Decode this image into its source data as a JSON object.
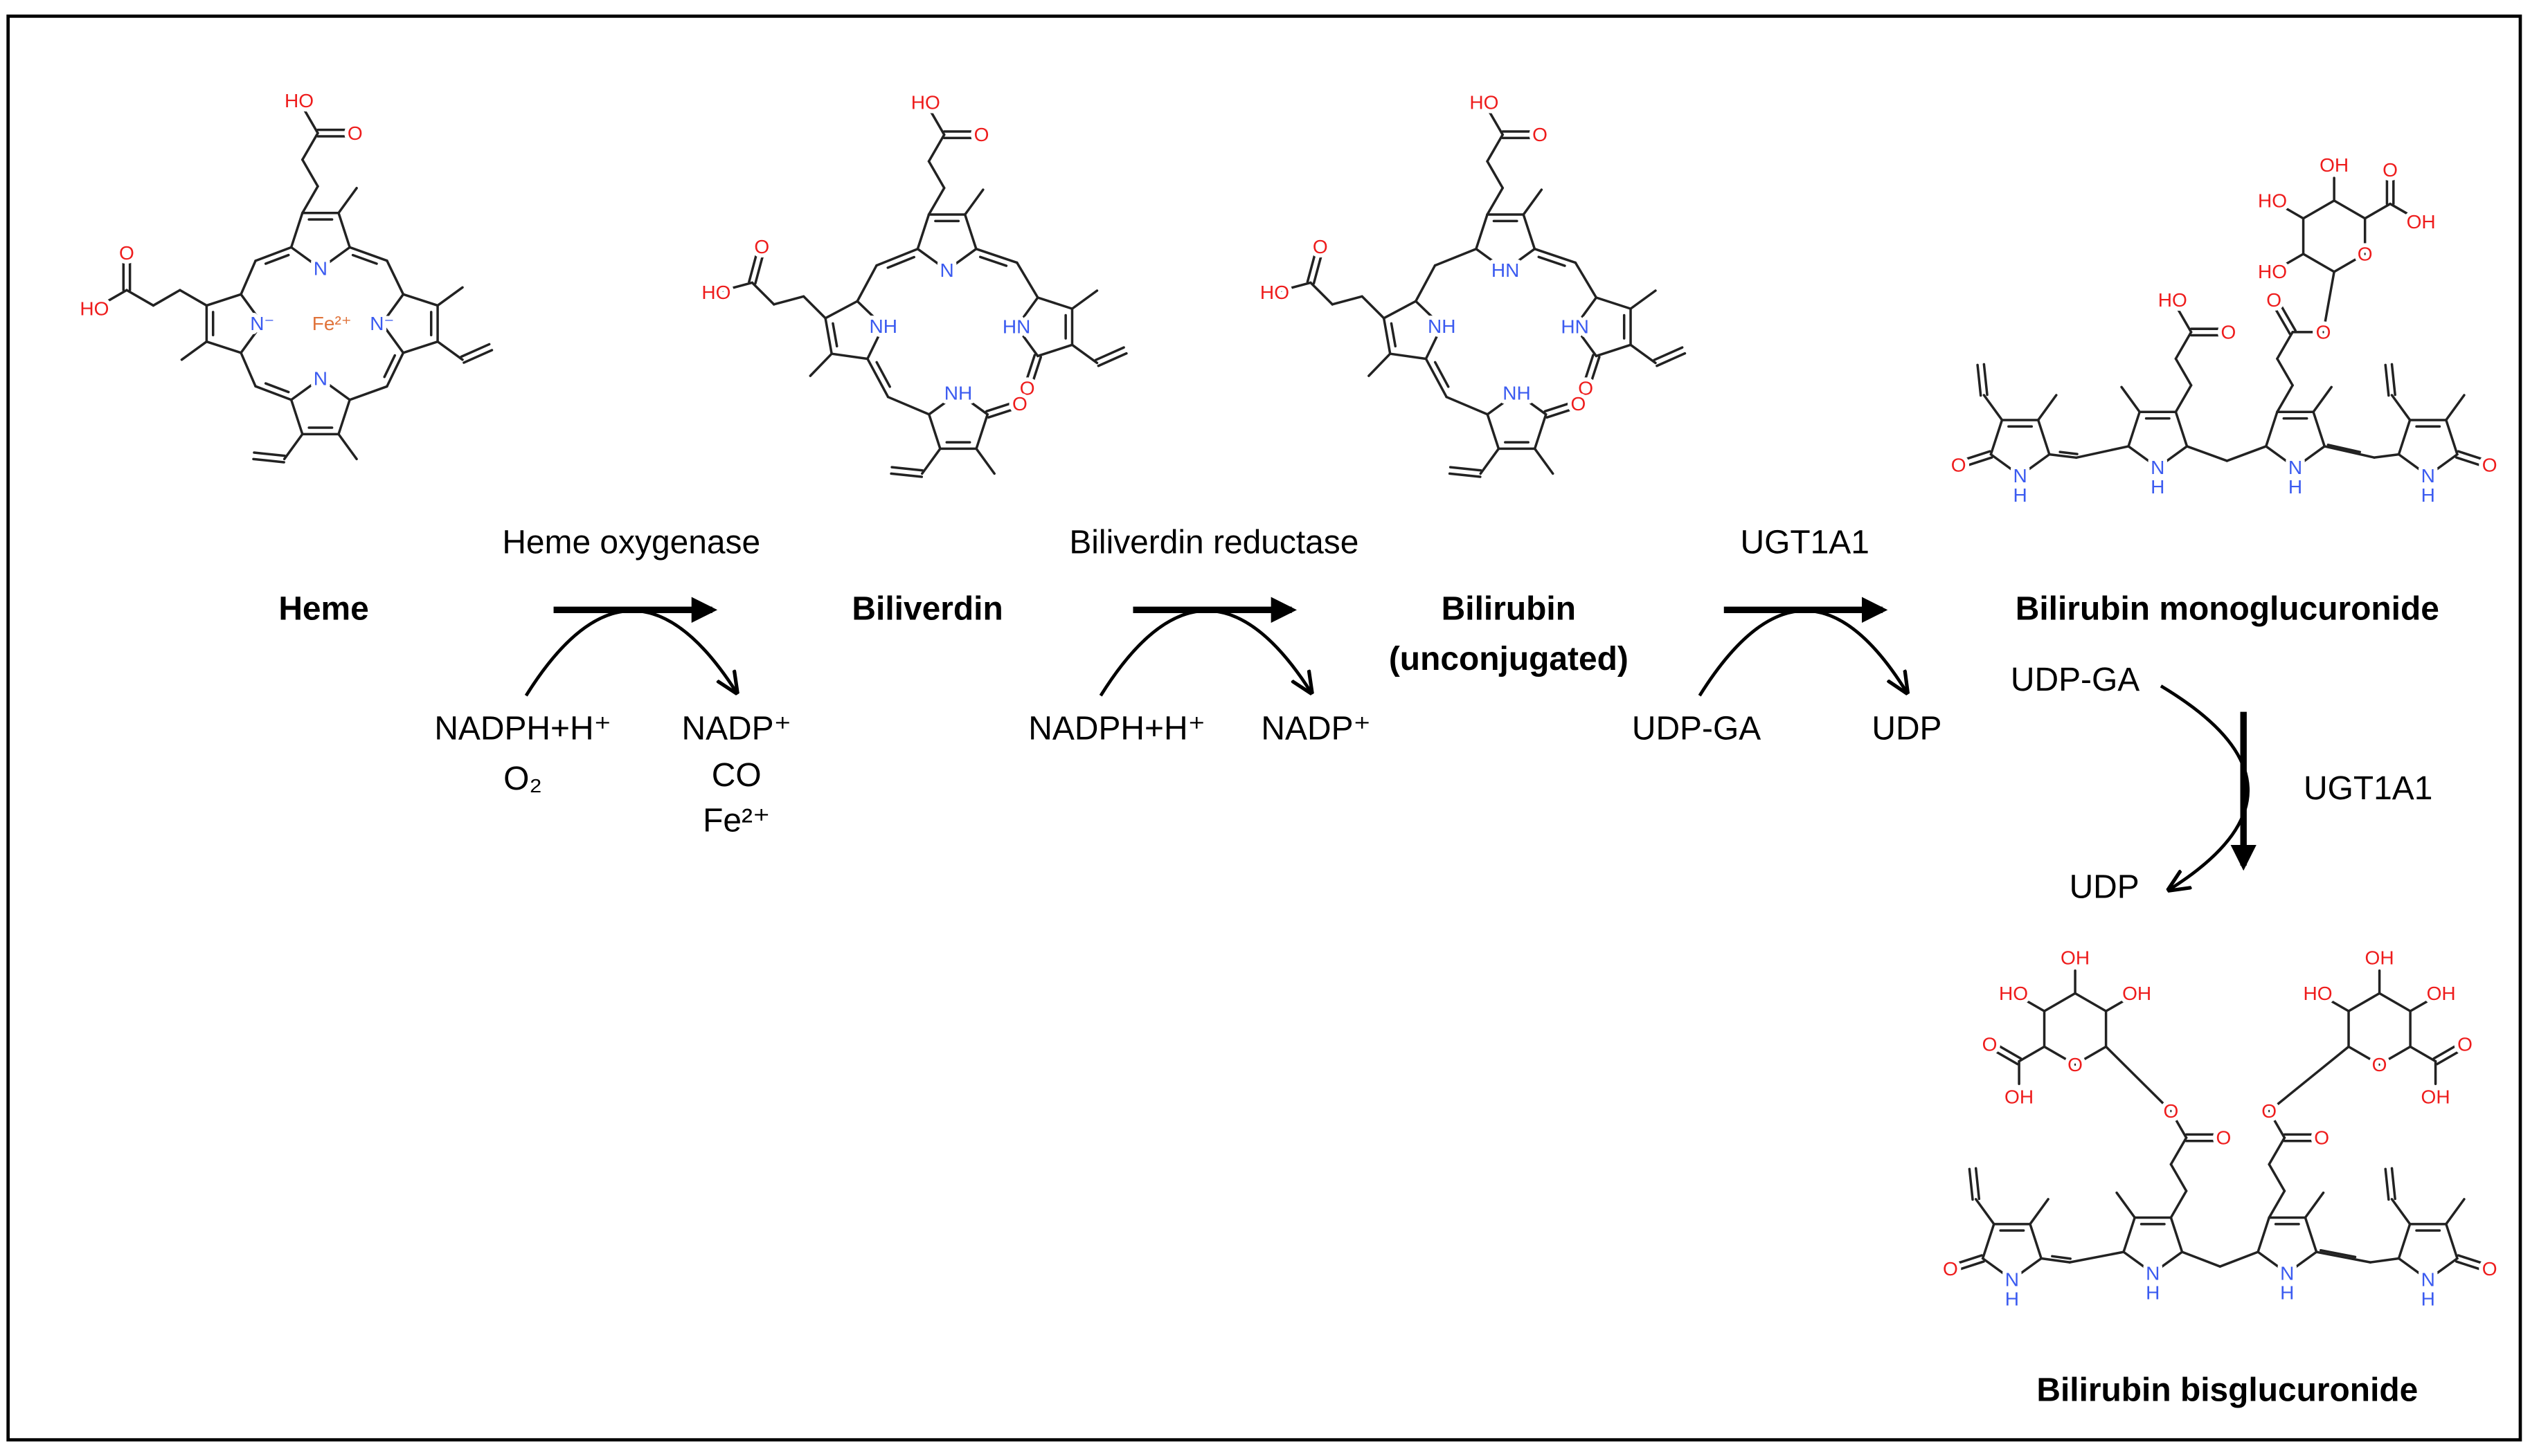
{
  "compounds": {
    "heme": "Heme",
    "biliverdin": "Biliverdin",
    "bilirubin": "Bilirubin",
    "bilirubin_note": "(unconjugated)",
    "monoglucuronide": "Bilirubin monoglucuronide",
    "bisglucuronide": "Bilirubin bisglucuronide"
  },
  "steps": [
    {
      "enzyme": "Heme oxygenase",
      "inputs": [
        "NADPH+H⁺",
        "O₂"
      ],
      "outputs": [
        "NADP⁺",
        "CO",
        "Fe²⁺"
      ]
    },
    {
      "enzyme": "Biliverdin reductase",
      "inputs": [
        "NADPH+H⁺"
      ],
      "outputs": [
        "NADP⁺"
      ]
    },
    {
      "enzyme": "UGT1A1",
      "inputs": [
        "UDP-GA"
      ],
      "outputs": [
        "UDP"
      ]
    },
    {
      "enzyme": "UGT1A1",
      "inputs": [
        "UDP-GA"
      ],
      "outputs": [
        "UDP"
      ]
    }
  ],
  "atoms": {
    "O": "O",
    "OH": "OH",
    "HO": "HO",
    "N": "N",
    "H": "H",
    "NH": "NH",
    "HN": "HN",
    "Nminus": "N⁻",
    "Fe": "Fe²⁺"
  },
  "colors": {
    "oxygen": "#ee1c1c",
    "nitrogen": "#3b5bf0",
    "iron": "#e0733a",
    "bond": "#222222"
  }
}
